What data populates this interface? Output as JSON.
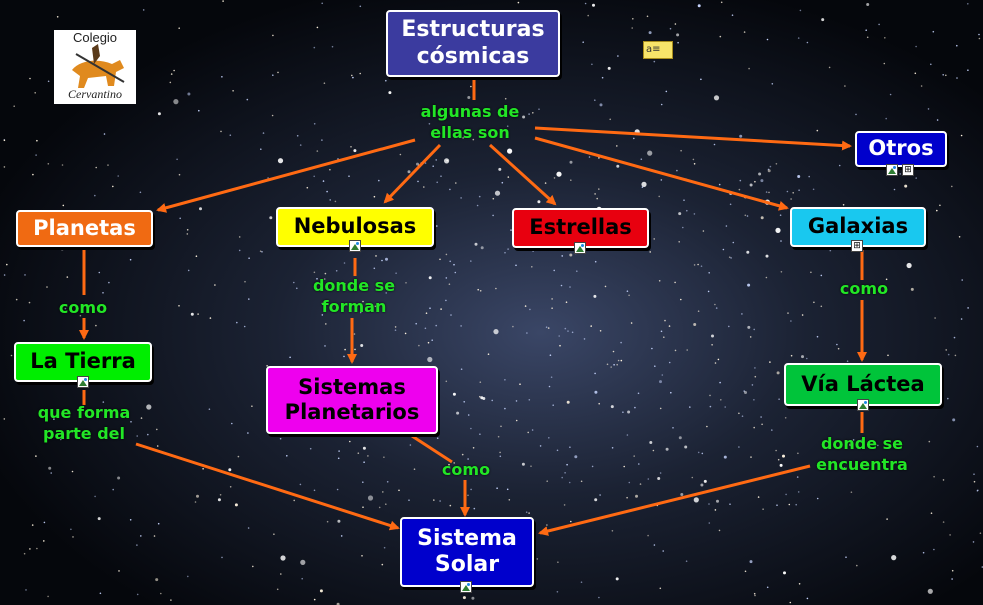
{
  "logo": {
    "line1": "Colegio",
    "line2": "Cervantino"
  },
  "icons": {
    "note": "note-icon",
    "image": "image-icon",
    "submap": "concept-map-icon"
  },
  "colors": {
    "arrow": "#ff6a13",
    "phrase": "#22e626"
  },
  "nodes": {
    "root": "Estructuras\ncósmicas",
    "planetas": "Planetas",
    "nebulosas": "Nebulosas",
    "estrellas": "Estrellas",
    "galaxias": "Galaxias",
    "otros": "Otros",
    "tierra": "La Tierra",
    "sistemas": "Sistemas\nPlanetarios",
    "via": "Vía Láctea",
    "solar": "Sistema\nSolar"
  },
  "phrases": {
    "algunas": "algunas de\nellas son",
    "como1": "como",
    "dondeForman": "donde se\nforman",
    "como2": "como",
    "queForma": "que forma\nparte del",
    "como3": "como",
    "dondeEncuentra": "donde se\nencuentra"
  }
}
